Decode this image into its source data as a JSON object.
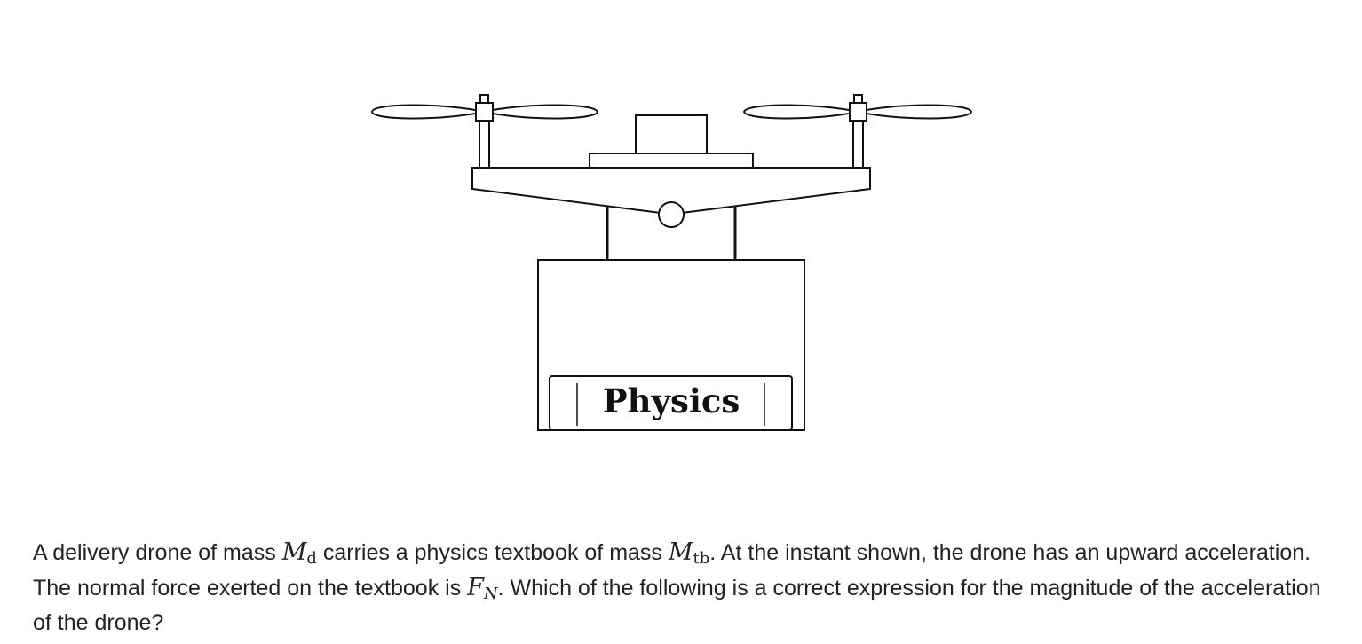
{
  "figure": {
    "book_label": "Physics"
  },
  "question": {
    "part1": "A delivery drone of mass ",
    "sym1_base": "M",
    "sym1_sub": "d",
    "part2": " carries a physics textbook of mass ",
    "sym2_base": "M",
    "sym2_sub": "tb",
    "part3": ". At the instant shown, the drone has an upward acceleration. The normal force exerted on the textbook is ",
    "sym3_base": "F",
    "sym3_sub": "N",
    "part4": ". Which of the following is a correct expression for the magnitude of the acceleration of the drone?"
  }
}
